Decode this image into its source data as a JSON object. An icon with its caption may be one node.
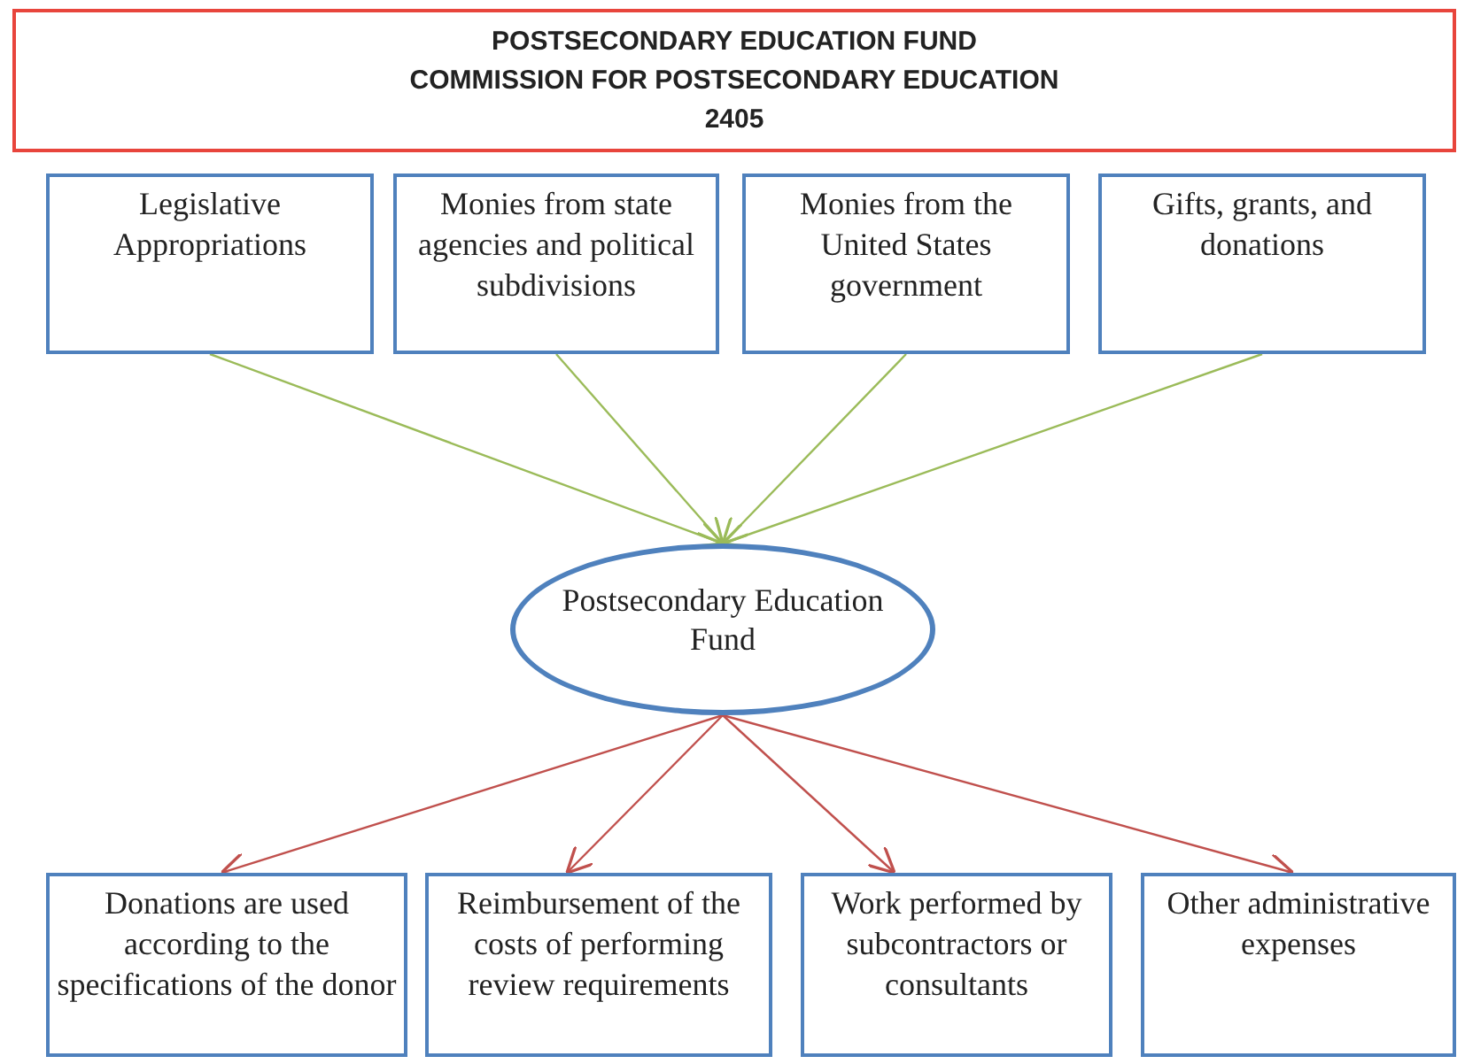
{
  "diagram": {
    "nodes": [
      {
        "text": [
          "POSTSECONDARY EDUCATION FUND",
          "COMMISSION FOR POSTSECONDARY EDUCATION",
          "2405"
        ]
      },
      {
        "text": [
          "Legislative Appropriations"
        ]
      },
      {
        "text": [
          "Monies from state agencies and political subdivisions"
        ]
      },
      {
        "text": [
          "Monies from the United States government"
        ]
      },
      {
        "text": [
          "Gifts, grants, and donations"
        ]
      },
      {
        "text": [
          "Postsecondary Education Fund"
        ]
      },
      {
        "text": [
          "Donations are used according to the specifications of the donor"
        ]
      },
      {
        "text": [
          "Reimbursement of the costs of performing review requirements"
        ]
      },
      {
        "text": [
          "Work performed by subcontractors or consultants"
        ]
      },
      {
        "text": [
          "Other administrative expenses"
        ]
      }
    ],
    "edges": [
      {
        "from": 1,
        "to": 5,
        "arrow": "to",
        "color": "#9bbb59"
      },
      {
        "from": 2,
        "to": 5,
        "arrow": "to",
        "color": "#9bbb59"
      },
      {
        "from": 3,
        "to": 5,
        "arrow": "to",
        "color": "#9bbb59"
      },
      {
        "from": 4,
        "to": 5,
        "arrow": "to",
        "color": "#9bbb59"
      },
      {
        "from": 5,
        "to": 6,
        "arrow": "to",
        "color": "#c0504d"
      },
      {
        "from": 5,
        "to": 7,
        "arrow": "to",
        "color": "#c0504d"
      },
      {
        "from": 5,
        "to": 8,
        "arrow": "to",
        "color": "#c0504d"
      },
      {
        "from": 5,
        "to": 9,
        "arrow": "to",
        "color": "#c0504d"
      }
    ]
  }
}
